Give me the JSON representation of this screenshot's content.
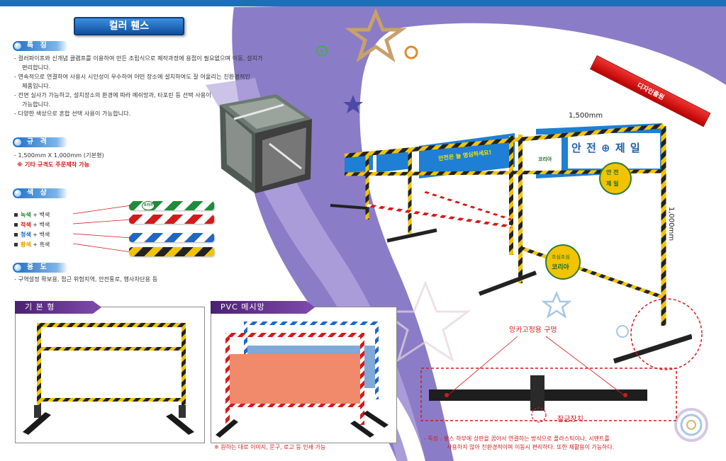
{
  "title": "컬러 휀스",
  "sections": {
    "features": {
      "heading": "특 징",
      "lines": [
        "- 컬러파이프와 신개념 클램프를 이용하여 만든 조립식으로 제작과정에 용접이 필요없으며 이동, 설치가",
        "편리합니다.",
        "- 연속적으로 연결하여 사용시 시인성이 우수하여 어떤 장소에 설치하여도 잘 어울리는 친환경적인",
        "제품입니다.",
        "- 전면 실사가 가능하고, 설치장소의 환경에 따라 메쉬망과, 타포린 등 선택 사용이",
        "가능합니다.",
        "- 다양한 색상으로 혼합 선택 사용이 가능합니다."
      ]
    },
    "spec": {
      "heading": "규 격",
      "line1": "- 1,500mm X 1,000mm (기본형)",
      "line2": "※ 기타 규격도 주문제작 가능"
    },
    "colors": {
      "heading": "색 상",
      "items": [
        {
          "name": "녹색",
          "suffix": " + 백색",
          "color": "#1e8c3a"
        },
        {
          "name": "적색",
          "suffix": " + 백색",
          "color": "#d41a1a"
        },
        {
          "name": "청색",
          "suffix": " + 백색",
          "color": "#1f67c2"
        },
        {
          "name": "황색",
          "suffix": " + 흑색",
          "color": "#e69a00"
        }
      ],
      "swatch_logo": "코리아"
    },
    "usage": {
      "heading": "용 도",
      "line": "- 구역설정 확보용, 접근 위험지역, 안전통로, 행사차단용 등"
    }
  },
  "panels": {
    "basic": {
      "tab": "기 본 형"
    },
    "pvc": {
      "tab": "PVC 메시망"
    }
  },
  "pvc_note": "※ 원하는 대로 이미지, 문구, 로고 등 인쇄 가능",
  "product": {
    "ribbon": "디자인출원",
    "width_dim": "1,500mm",
    "height_dim": "1,000mm",
    "banner_main": "안 전 ⊕ 제 일",
    "banner_slogan": "안전은 늘 명심하세요!",
    "badge_top": "안 전",
    "badge_bottom": "제 일",
    "badge2_top": "조심조심",
    "badge2_bottom": "코리아",
    "logo_small": "코리아",
    "anchor_label": "앙카고정용 구멍",
    "lock_label": "잠금장치",
    "footnote_1": "- 특징 : 휀스 하부에 상판을 꼽아서 연결하는 방식으로 플라스틱이나, 시멘트를",
    "footnote_2": "사용하지 않아 친환경적이며 이동시 편리하다. 또한 재활용이 가능하다."
  },
  "colors": {
    "accent_blue": "#1d6fb8",
    "purple": "#7f6fc0",
    "banner_blue": "#1f7fd4",
    "stripe_yellow": "#f2c400",
    "callout_red": "#d41a1a"
  }
}
